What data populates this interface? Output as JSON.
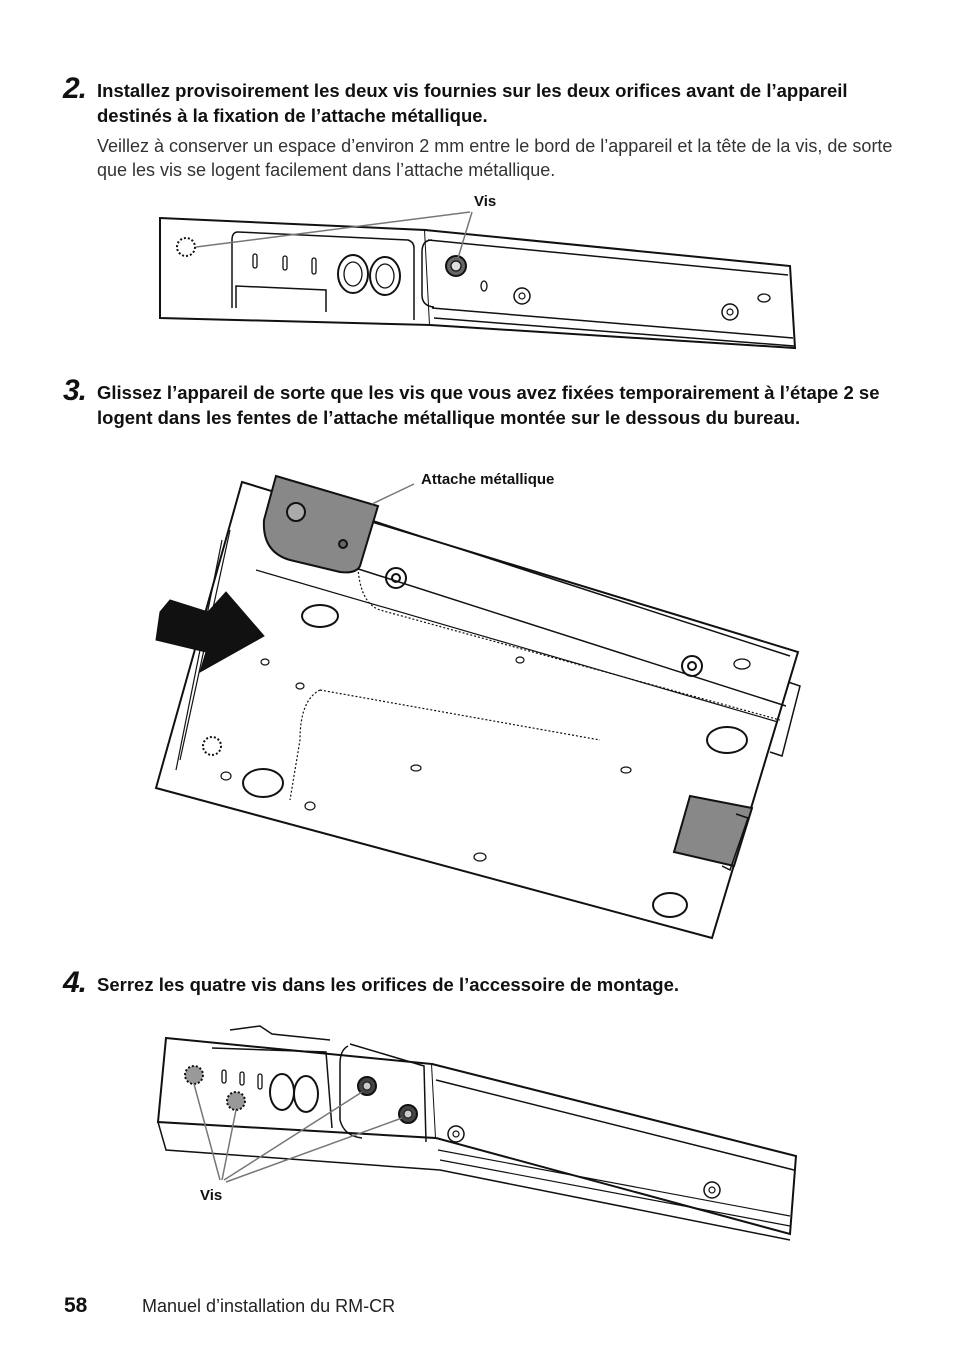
{
  "steps": [
    {
      "number": "2.",
      "heading": "Installez provisoirement les deux vis fournies sur les deux orifices avant de l’appareil destinés à la fixation de l’attache métallique.",
      "body": "Veillez à conserver un espace d’environ 2 mm entre le bord de l’appareil et la tête de la vis, de sorte que les vis se logent facilement dans l’attache métallique.",
      "figure_label": "Vis"
    },
    {
      "number": "3.",
      "heading": "Glissez l’appareil de sorte que les vis que vous avez fixées temporairement à l’étape 2 se logent dans les fentes de l’attache métallique montée sur le dessous du bureau.",
      "figure_label": "Attache métallique"
    },
    {
      "number": "4.",
      "heading": "Serrez les quatre vis dans les orifices de l’accessoire de montage.",
      "figure_label": "Vis"
    }
  ],
  "footer": {
    "page_number": "58",
    "manual_title": "Manuel d’installation du RM-CR"
  }
}
